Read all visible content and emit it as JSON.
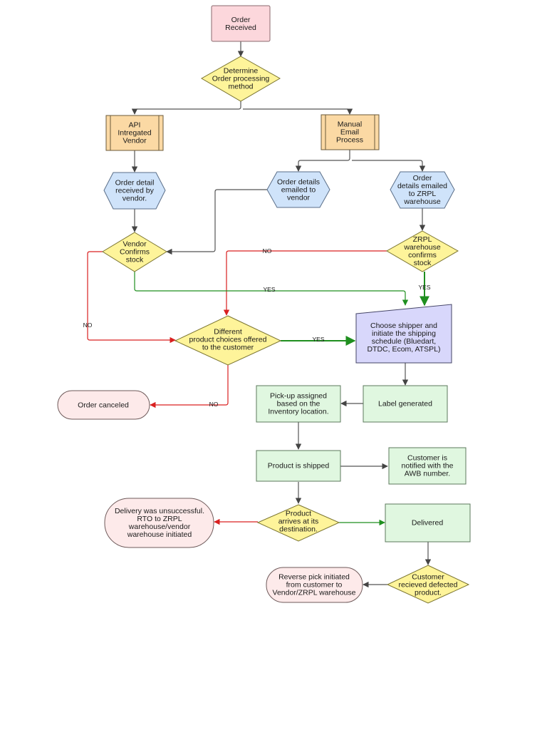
{
  "colors": {
    "pink_fill": "#fcd7dc",
    "pink_stroke": "#8a6a6e",
    "diamond_fill": "#fef49a",
    "diamond_stroke": "#7a7430",
    "orange_fill": "#fbd9a4",
    "orange_stroke": "#6b5a3a",
    "blue_fill": "#cfe3fa",
    "blue_stroke": "#5a6e88",
    "purple_fill": "#d8d7fb",
    "purple_stroke": "#444466",
    "green_fill": "#e0f7e0",
    "green_stroke": "#5c7a5c",
    "terminal_fill": "#fdeaea",
    "terminal_stroke": "#6e5a5a",
    "edge_gray": "#555555",
    "edge_red": "#d92020",
    "edge_green": "#1f8f1f"
  },
  "nodes": {
    "order_received": [
      "Order",
      "Received"
    ],
    "determine_method": [
      "Determine",
      "Order processing",
      "method"
    ],
    "api_vendor": [
      "API",
      "Intregated",
      "Vendor"
    ],
    "manual_email": [
      "Manual",
      "Email",
      "Process"
    ],
    "order_received_by_vendor": [
      "Order detail",
      "received by",
      "vendor."
    ],
    "order_emailed_vendor": [
      "Order details",
      "emailed to",
      "vendor"
    ],
    "order_emailed_zrpl": [
      "Order",
      "details emailed",
      "to ZRPL",
      "warehouse"
    ],
    "vendor_confirms": [
      "Vendor",
      "Confirms",
      "stock"
    ],
    "zrpl_confirms": [
      "ZRPL",
      "warehouse",
      "confirms",
      "stock"
    ],
    "different_choices": [
      "Different",
      "product choices offered",
      "to the customer"
    ],
    "choose_shipper": [
      "Choose shipper and",
      "initiate the shipping",
      "schedule (Bluedart,",
      "DTDC, Ecom, ATSPL)"
    ],
    "order_canceled": [
      "Order canceled"
    ],
    "pickup_assigned": [
      "Pick-up assigned",
      "based on the",
      "Inventory location."
    ],
    "label_generated": [
      "Label generated"
    ],
    "product_shipped": [
      "Product is shipped"
    ],
    "customer_notified": [
      "Customer is",
      "notified with the",
      "AWB number."
    ],
    "delivery_unsuccessful": [
      "Delivery was unsuccessful.",
      "RTO to ZRPL",
      "warehouse/vendor",
      "warehouse initiated"
    ],
    "product_arrives": [
      "Product",
      "arrives at its",
      "destination."
    ],
    "delivered": [
      "Delivered"
    ],
    "reverse_pick": [
      "Reverse pick initiated",
      "from customer to",
      "Vendor/ZRPL warehouse"
    ],
    "customer_defected": [
      "Customer",
      "recieved defected",
      "product."
    ]
  },
  "edge_labels": {
    "no_zrpl": "NO",
    "yes_vendor": "YES",
    "yes_zrpl": "YES",
    "no_vendor": "NO",
    "yes_choices": "YES",
    "no_choices": "NO"
  }
}
